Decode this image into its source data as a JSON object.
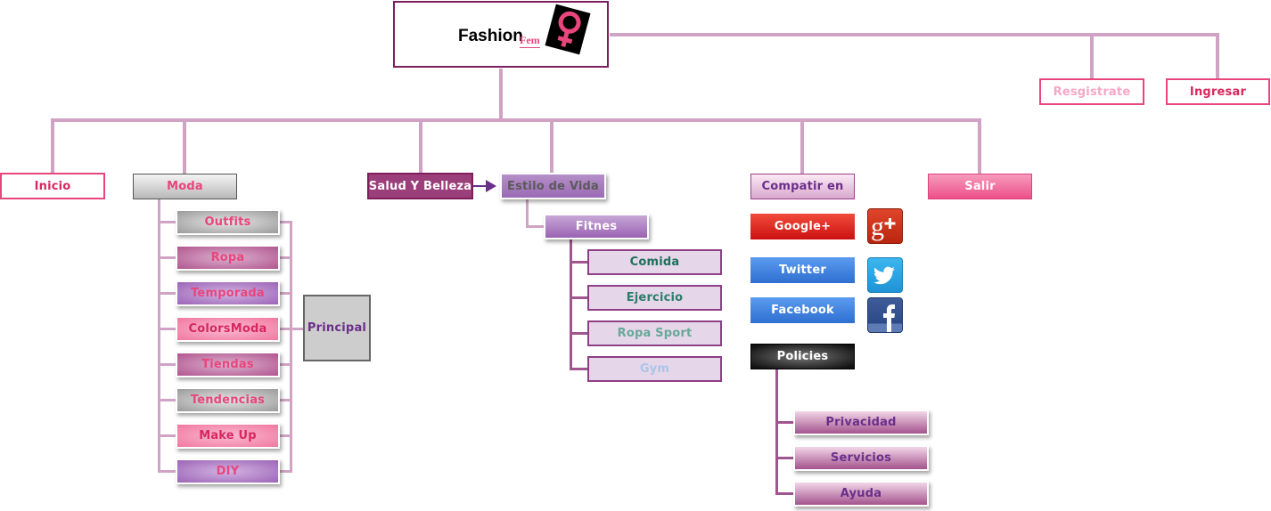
{
  "logo": {
    "brand_main": "Fashion",
    "brand_sub": "Fem",
    "symbol": "female-symbol-icon"
  },
  "header_links": {
    "register": "Resgistrate",
    "login": "Ingresar"
  },
  "nav": {
    "inicio": "Inicio",
    "moda": "Moda",
    "salud_belleza": "Salud Y Belleza",
    "estilo_vida": "Estilo de Vida",
    "compartir": "Compatir en",
    "salir": "Salir"
  },
  "moda_items": [
    "Outfits",
    "Ropa",
    "Temporada",
    "ColorsModa",
    "Tiendas",
    "Tendencias",
    "Make Up",
    "DIY"
  ],
  "principal": "Principal",
  "estilo": {
    "fitnes": "Fitnes",
    "items": [
      {
        "label": "Comida",
        "color": "#1f6f5a"
      },
      {
        "label": "Ejercicio",
        "color": "#2a7d68"
      },
      {
        "label": "Ropa Sport",
        "color": "#68a898"
      },
      {
        "label": "Gym",
        "color": "#a9c6e8"
      }
    ]
  },
  "share": {
    "google": "Google+",
    "twitter": "Twitter",
    "facebook": "Facebook",
    "policies": "Policies",
    "policy_items": [
      "Privacidad",
      "Servicios",
      "Ayuda"
    ]
  },
  "colors": {
    "connector": "#d0a3c4",
    "accent_pink": "#e8467c",
    "accent_purple": "#7c1f5c"
  }
}
